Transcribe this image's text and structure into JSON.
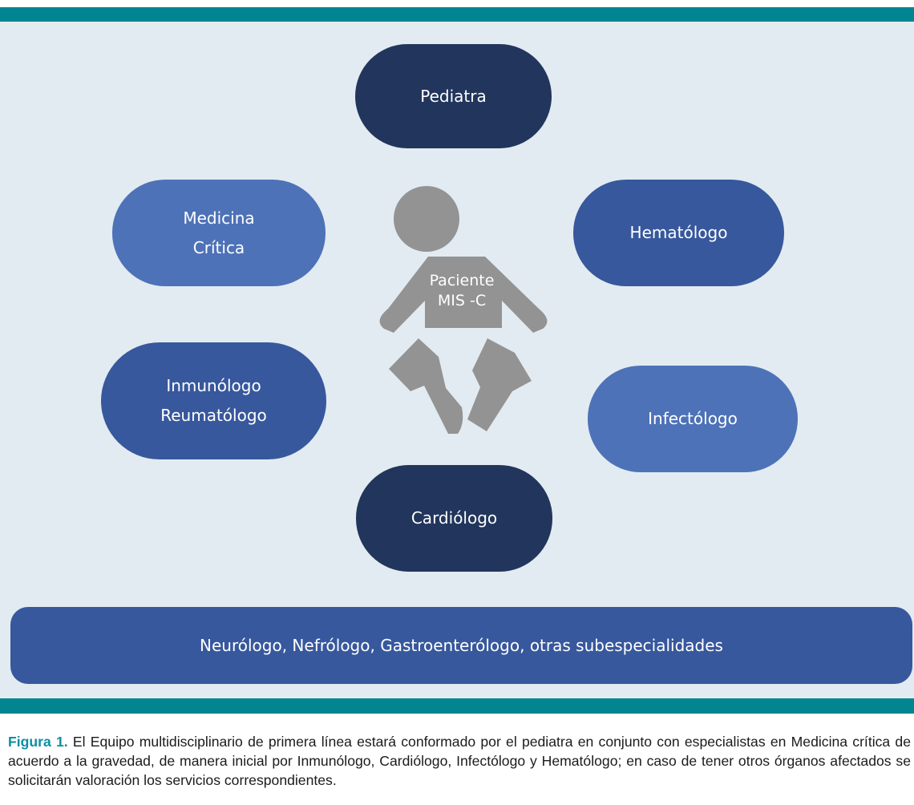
{
  "nodes": {
    "pediatra": "Pediatra",
    "medicina_critica": [
      "Medicina",
      "Crítica"
    ],
    "hematologo": "Hematólogo",
    "inmunologo_reumatologo": [
      "Inmunólogo",
      "Reumatólogo"
    ],
    "infectologo": "Infectólogo",
    "cardiologo": "Cardiólogo",
    "paciente": [
      "Paciente",
      "MIS -C"
    ],
    "otras": "Neurólogo, Nefrólogo, Gastroenterólogo, otras subespecialidades"
  },
  "caption": {
    "label": "Figura 1.",
    "text": " El Equipo multidisciplinario de primera línea estará conformado por el pediatra en conjunto con especialistas en Medicina crítica de acuerdo a la gravedad, de manera inicial por Inmunólogo, Cardiólogo, Infectólogo y Hematólogo; en caso de tener otros órganos afectados se solicitarán valoración los servicios correspondientes."
  },
  "colors": {
    "teal_bar": "#008591",
    "panel_bg": "#e2ebf1",
    "navy": "#22355c",
    "mid_blue": "#37589d",
    "light_blue": "#4d72b8",
    "figure_gray": "#939393",
    "caption_label": "#0a8fa3"
  },
  "icons": {
    "patient": "baby-figure-icon"
  }
}
